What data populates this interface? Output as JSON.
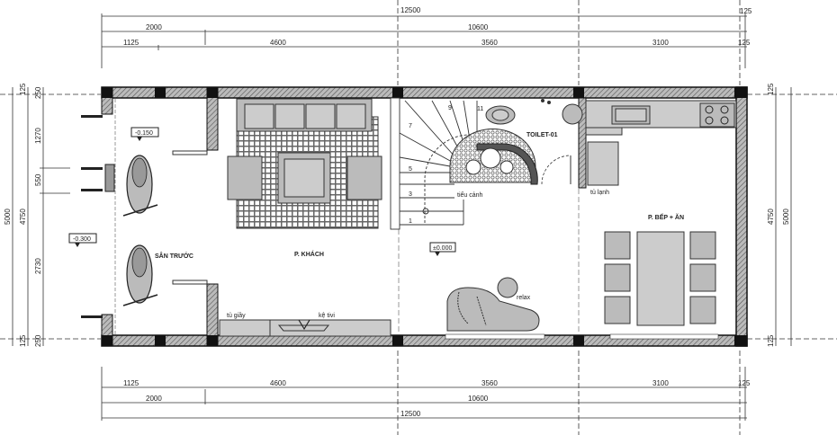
{
  "drawing": {
    "type": "floor-plan",
    "colors": {
      "wall": "#111111",
      "wall_hatch": "#777777",
      "furniture": "#bdbdbd",
      "line": "#333333",
      "background": "#ffffff"
    }
  },
  "dimensions": {
    "top": {
      "overall": "12500",
      "row2": [
        "2000",
        "10600",
        "125"
      ],
      "row3": [
        "1125",
        "4600",
        "3560",
        "3100",
        "125"
      ]
    },
    "bottom": {
      "row1": [
        "1125",
        "4600",
        "3560",
        "3100",
        "125"
      ],
      "row2": [
        "2000",
        "10600"
      ],
      "overall": "12500"
    },
    "left": {
      "overall": "5000",
      "row2": [
        "125",
        "4750",
        "125"
      ],
      "row3": [
        "250",
        "1270",
        "550",
        "2730",
        "250"
      ]
    },
    "right": {
      "row1": [
        "125",
        "4750",
        "125"
      ],
      "overall": "5000"
    }
  },
  "rooms": {
    "front_yard": "SÂN TRƯỚC",
    "living": "P. KHÁCH",
    "toilet": "TOILET-01",
    "kitchen_dining": "P. BẾP + ĂN"
  },
  "labels": {
    "shoe_cabinet": "tủ giầy",
    "tv_shelf": "kệ tivi",
    "landscape": "tiểu cảnh",
    "fridge": "tủ lạnh",
    "relax": "relax"
  },
  "levels": {
    "front_yard": "-0.150",
    "outside": "-0.300",
    "hall": "±0.000"
  },
  "stairs": {
    "steps": [
      "1",
      "3",
      "5",
      "7",
      "9",
      "11"
    ]
  }
}
